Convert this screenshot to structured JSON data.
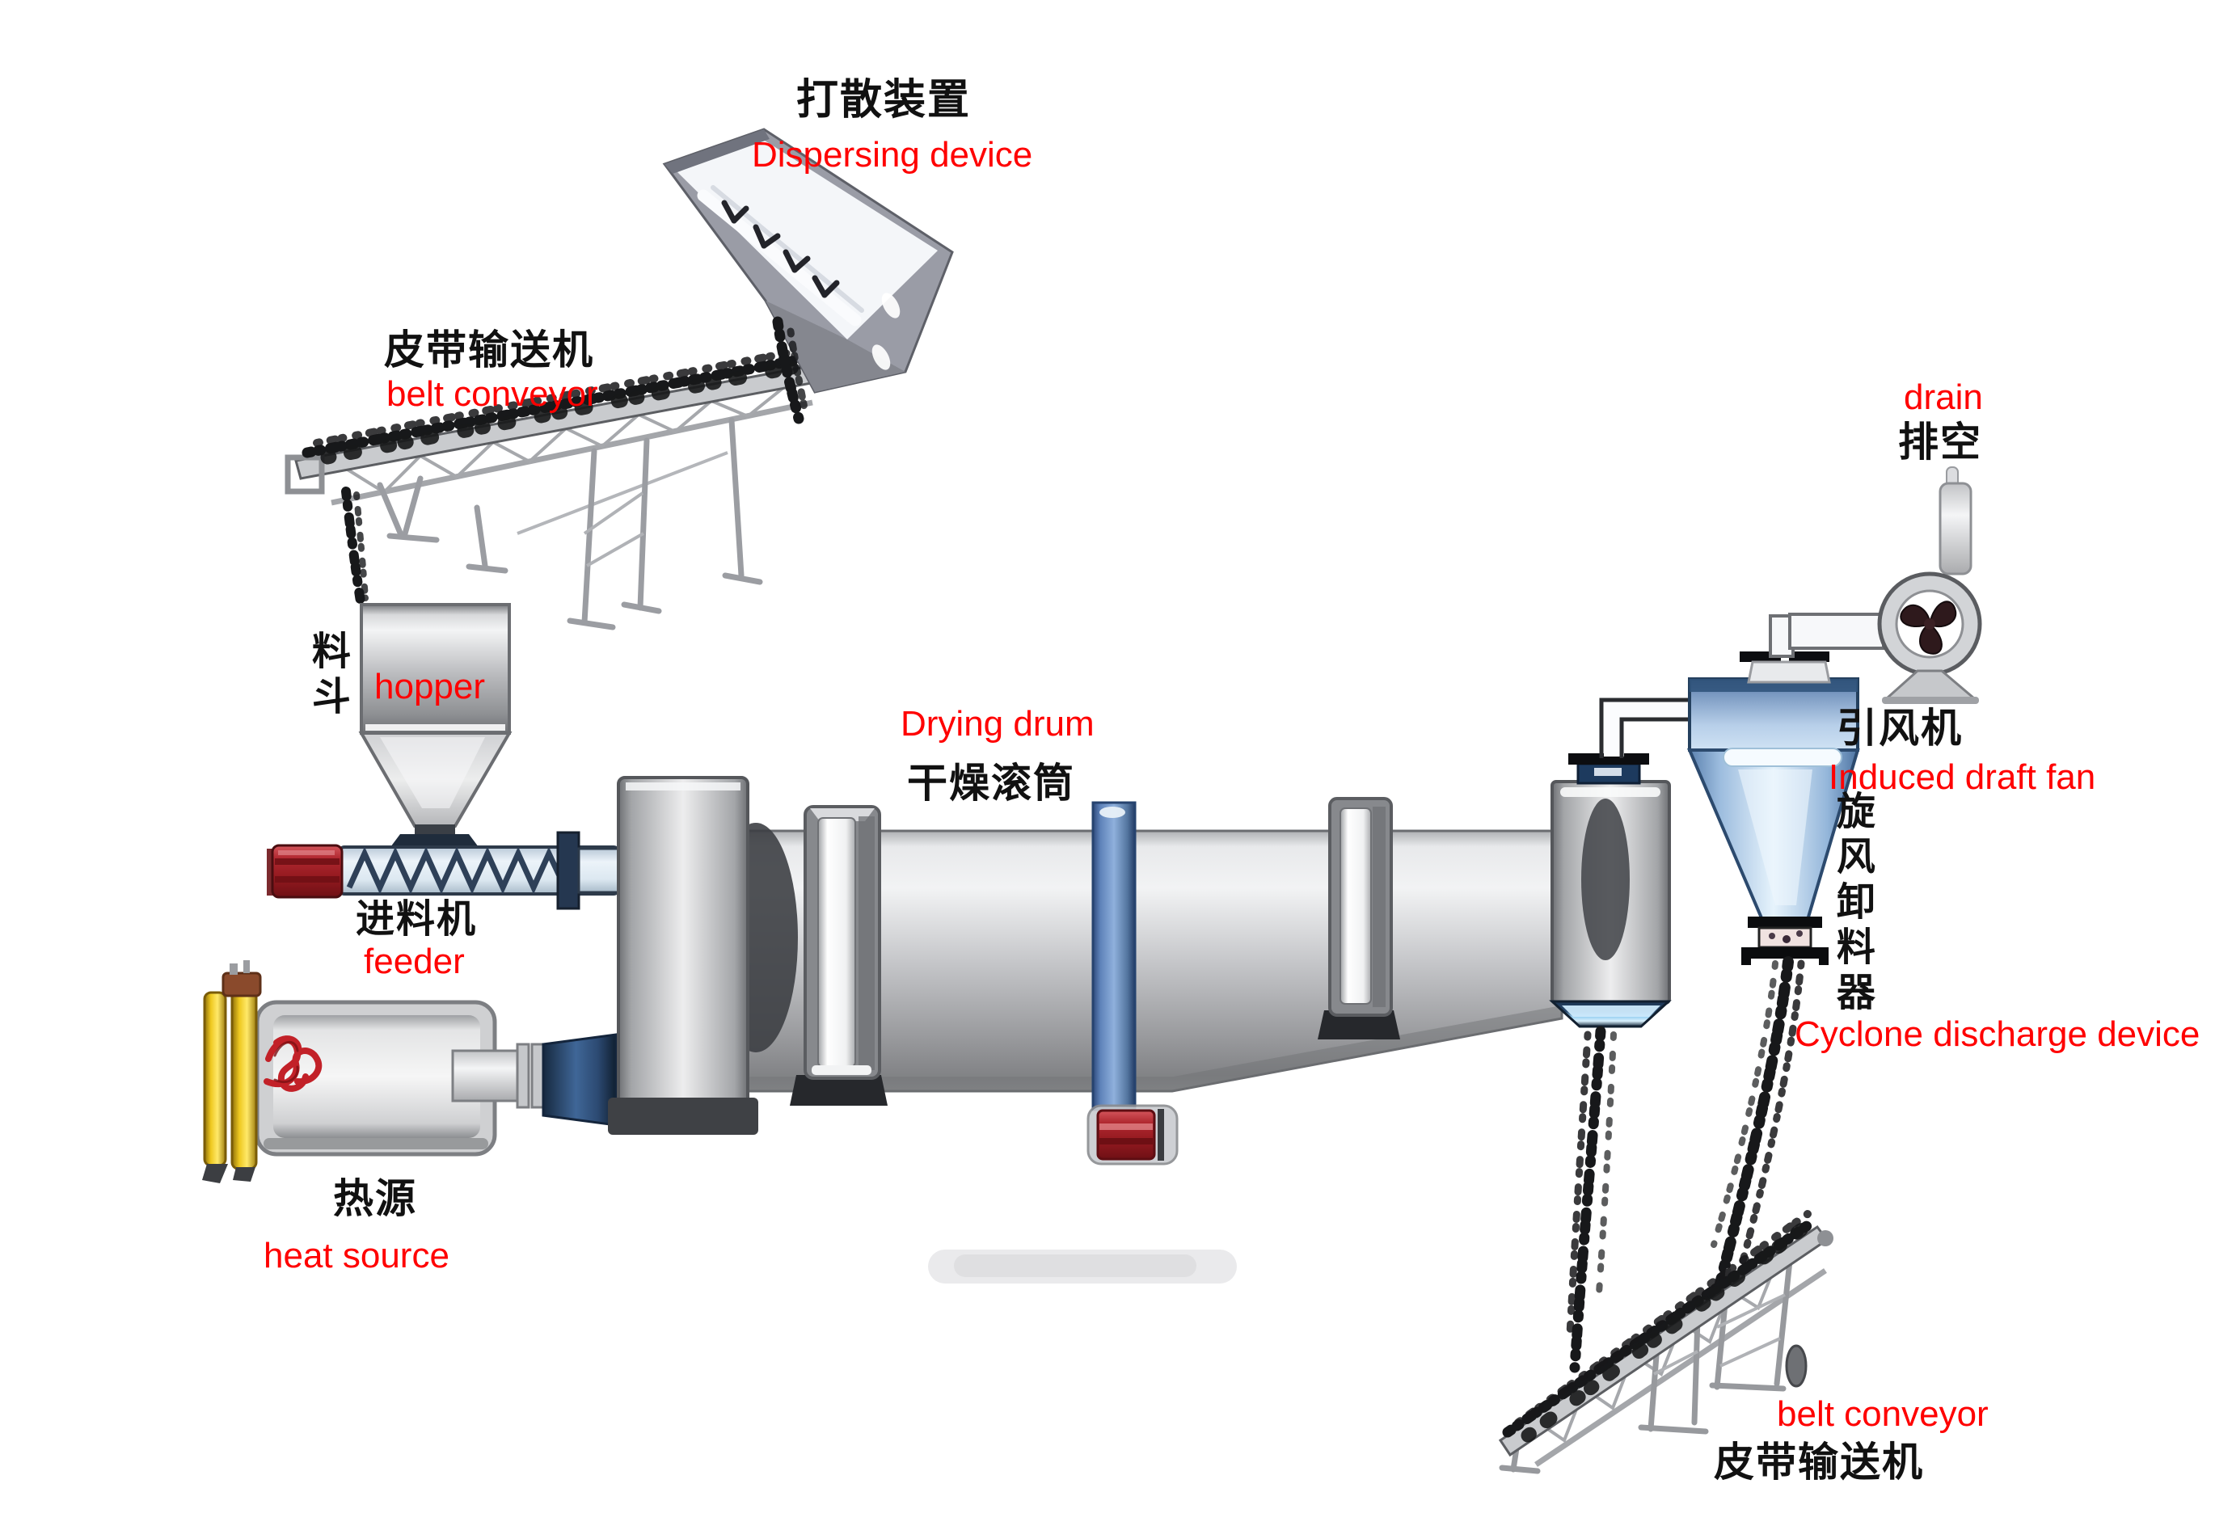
{
  "diagram_title": "rotary drum dryer system flow diagram",
  "palette": {
    "label_red": "#ff0000",
    "label_black": "#111111",
    "metal_gray": "#c6c7ca",
    "cyclone_blue": "#9cbcde",
    "pipe_blue": "#5f83ba",
    "motor_red": "#951a20",
    "heat_pipe_yellow": "#eec81f"
  },
  "labels": {
    "dispersing": {
      "zh": "打散装置",
      "en": "Dispersing device"
    },
    "belt_conveyor_top": {
      "zh": "皮带输送机",
      "en": "belt conveyor"
    },
    "hopper": {
      "zh": "料斗",
      "en": "hopper"
    },
    "drying_drum": {
      "zh": "干燥滚筒",
      "en": "Drying drum"
    },
    "feeder": {
      "zh": "进料机",
      "en": "feeder"
    },
    "heat_source": {
      "zh": "热源",
      "en": "heat source"
    },
    "drain": {
      "zh": "排空",
      "en": "drain"
    },
    "induced_draft_fan": {
      "zh": "引风机",
      "en": "Induced draft fan"
    },
    "cyclone": {
      "zh": "旋风卸料器",
      "en": "Cyclone discharge device"
    },
    "belt_conveyor_bottom": {
      "zh": "皮带输送机",
      "en": "belt conveyor"
    }
  }
}
